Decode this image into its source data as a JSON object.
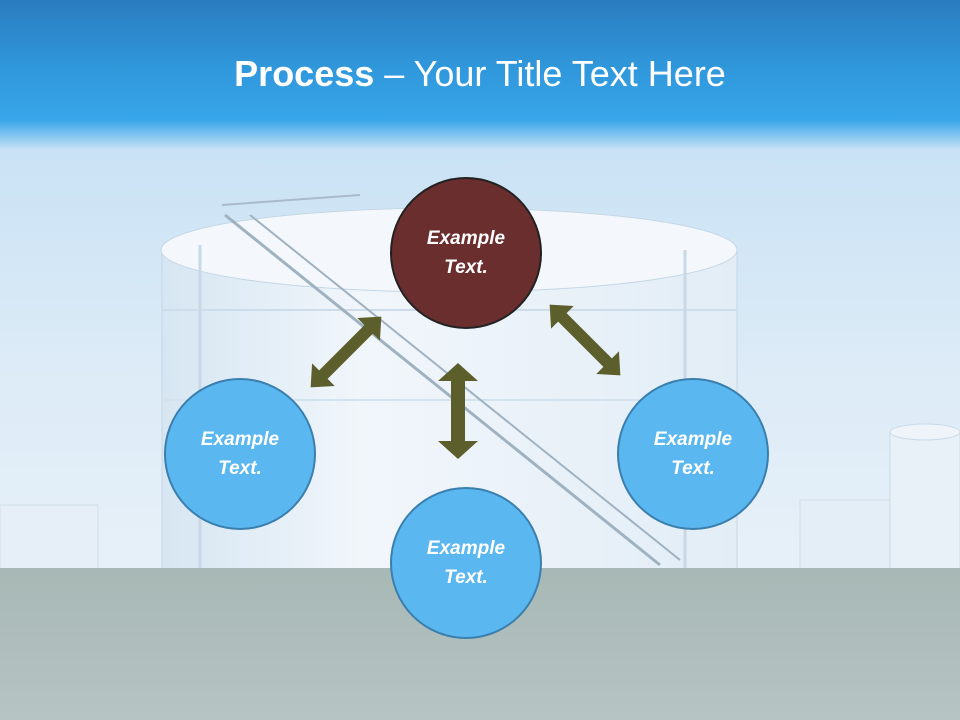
{
  "title": {
    "bold": "Process",
    "rest": " – Your Title Text Here"
  },
  "nodes": {
    "top": "Example\nText.",
    "left": "Example\nText.",
    "right": "Example\nText.",
    "bottom": "Example\nText."
  },
  "colors": {
    "title_band": "#3097db",
    "node_top_fill": "#6b2e2e",
    "node_fill": "#5bb7f0",
    "node_border": "#3a7fae",
    "arrow": "#5c5e2b"
  },
  "icons": {
    "arrows": "double-headed-arrow"
  }
}
